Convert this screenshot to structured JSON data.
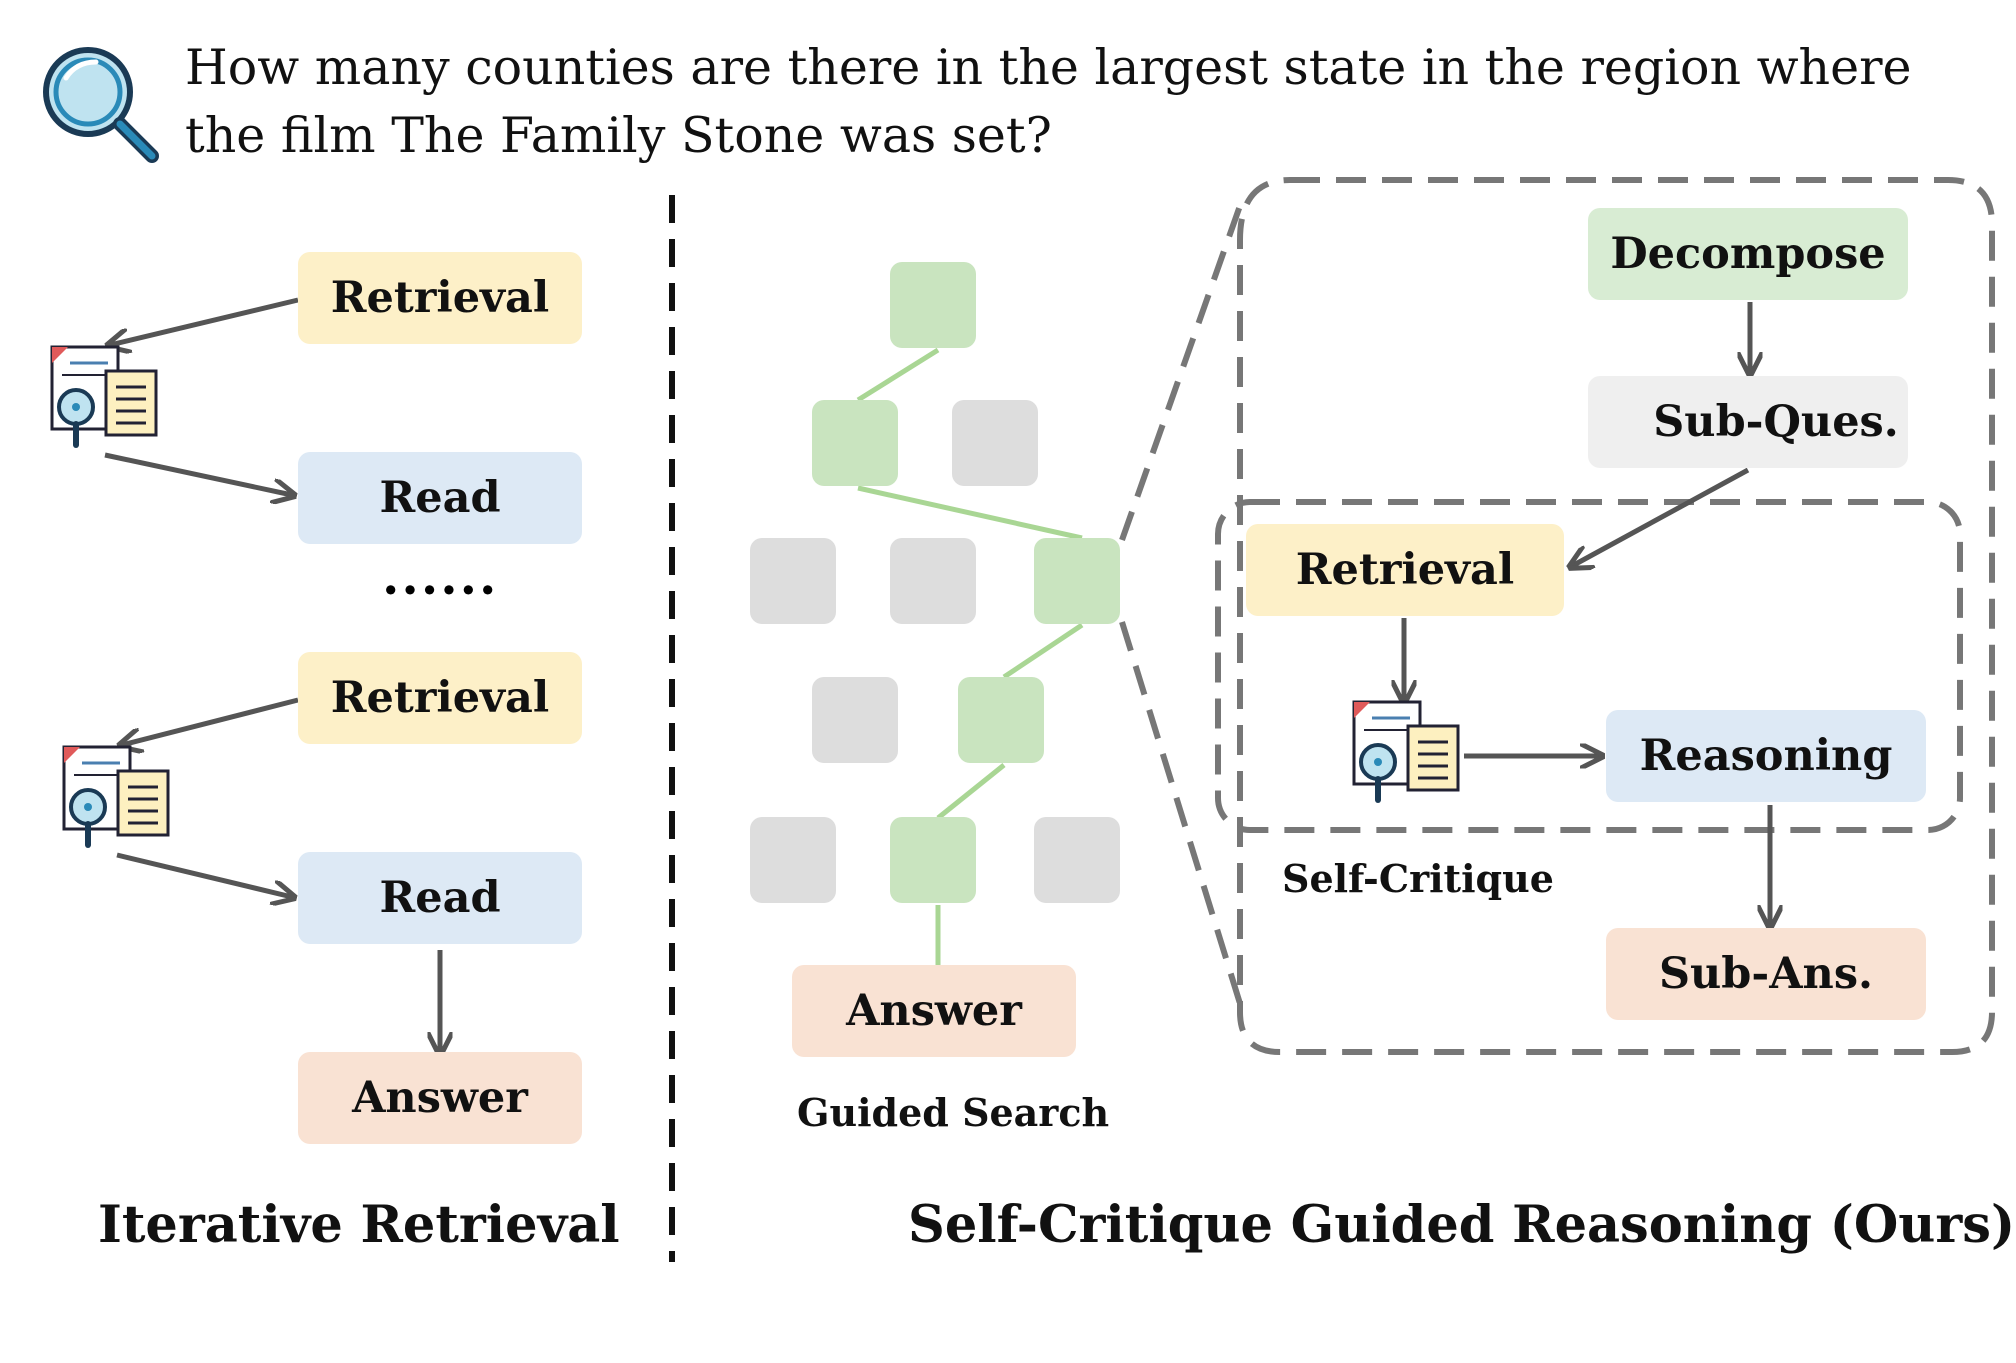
{
  "question": "How many counties are there in the largest state in the region where the film The Family Stone was set?",
  "left_panel": {
    "caption": "Iterative Retrieval",
    "steps": [
      "Retrieval",
      "Read",
      "Retrieval",
      "Read",
      "Answer"
    ],
    "ellipsis": "······"
  },
  "right_panel": {
    "caption": "Self-Critique Guided Reasoning (Ours)",
    "guided_search": {
      "label": "Guided Search",
      "answer": "Answer"
    },
    "detail": {
      "decompose": "Decompose",
      "sub_question": "Sub-Ques.",
      "retrieval": "Retrieval",
      "reasoning": "Reasoning",
      "sub_answer": "Sub-Ans.",
      "loop_label": "Self-Critique"
    }
  },
  "colors": {
    "retrieval": "#fdf0c8",
    "read": "#dde9f5",
    "answer": "#f9e2d3",
    "decompose": "#d8ecd3",
    "path_node": "#c9e4bf",
    "other_node": "#dddddd",
    "arrow": "#555555"
  },
  "icons": [
    "magnifier-icon",
    "document-search-icon"
  ]
}
